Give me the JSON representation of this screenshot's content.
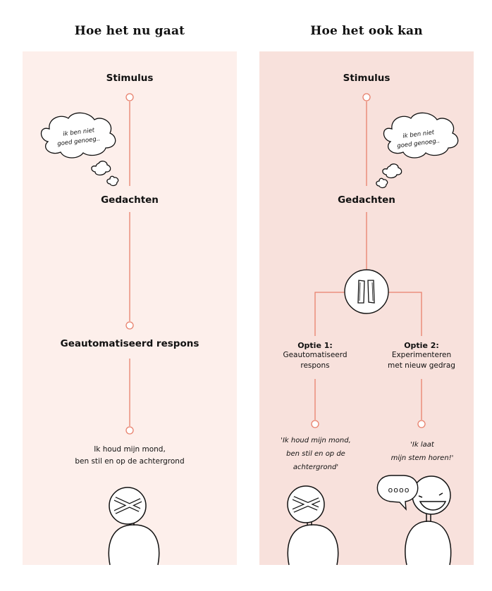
{
  "left": {
    "title": "Hoe het nu gaat",
    "stimulus": "Stimulus",
    "thought": "ik ben niet goed genoeg..",
    "thought_line1": "ik ben niet",
    "thought_line2": "goed genoeg..",
    "thoughts_label": "Gedachten",
    "response_label": "Geautomatiseerd respons",
    "outcome_line1": "Ik houd mijn mond,",
    "outcome_line2": "ben stil en op de achtergrond"
  },
  "right": {
    "title": "Hoe het ook kan",
    "stimulus": "Stimulus",
    "thought_line1": "ik ben niet",
    "thought_line2": "goed genoeg..",
    "thoughts_label": "Gedachten",
    "option1_title": "Optie 1:",
    "option1_line1": "Geautomatiseerd",
    "option1_line2": "respons",
    "option2_title": "Optie 2:",
    "option2_line1": "Experimenteren",
    "option2_line2": "met nieuw gedrag",
    "quote1_line1": "'Ik houd mijn mond,",
    "quote1_line2": "ben stil en op de",
    "quote1_line3": "achtergrond'",
    "quote2_line1": "'Ik laat",
    "quote2_line2": "mijn stem horen!'",
    "speech_dots": "oooo"
  },
  "colors": {
    "panel_left": "#fdefeb",
    "panel_right": "#f8e1dc",
    "accent_line": "#e8806c",
    "ink": "#111111"
  }
}
